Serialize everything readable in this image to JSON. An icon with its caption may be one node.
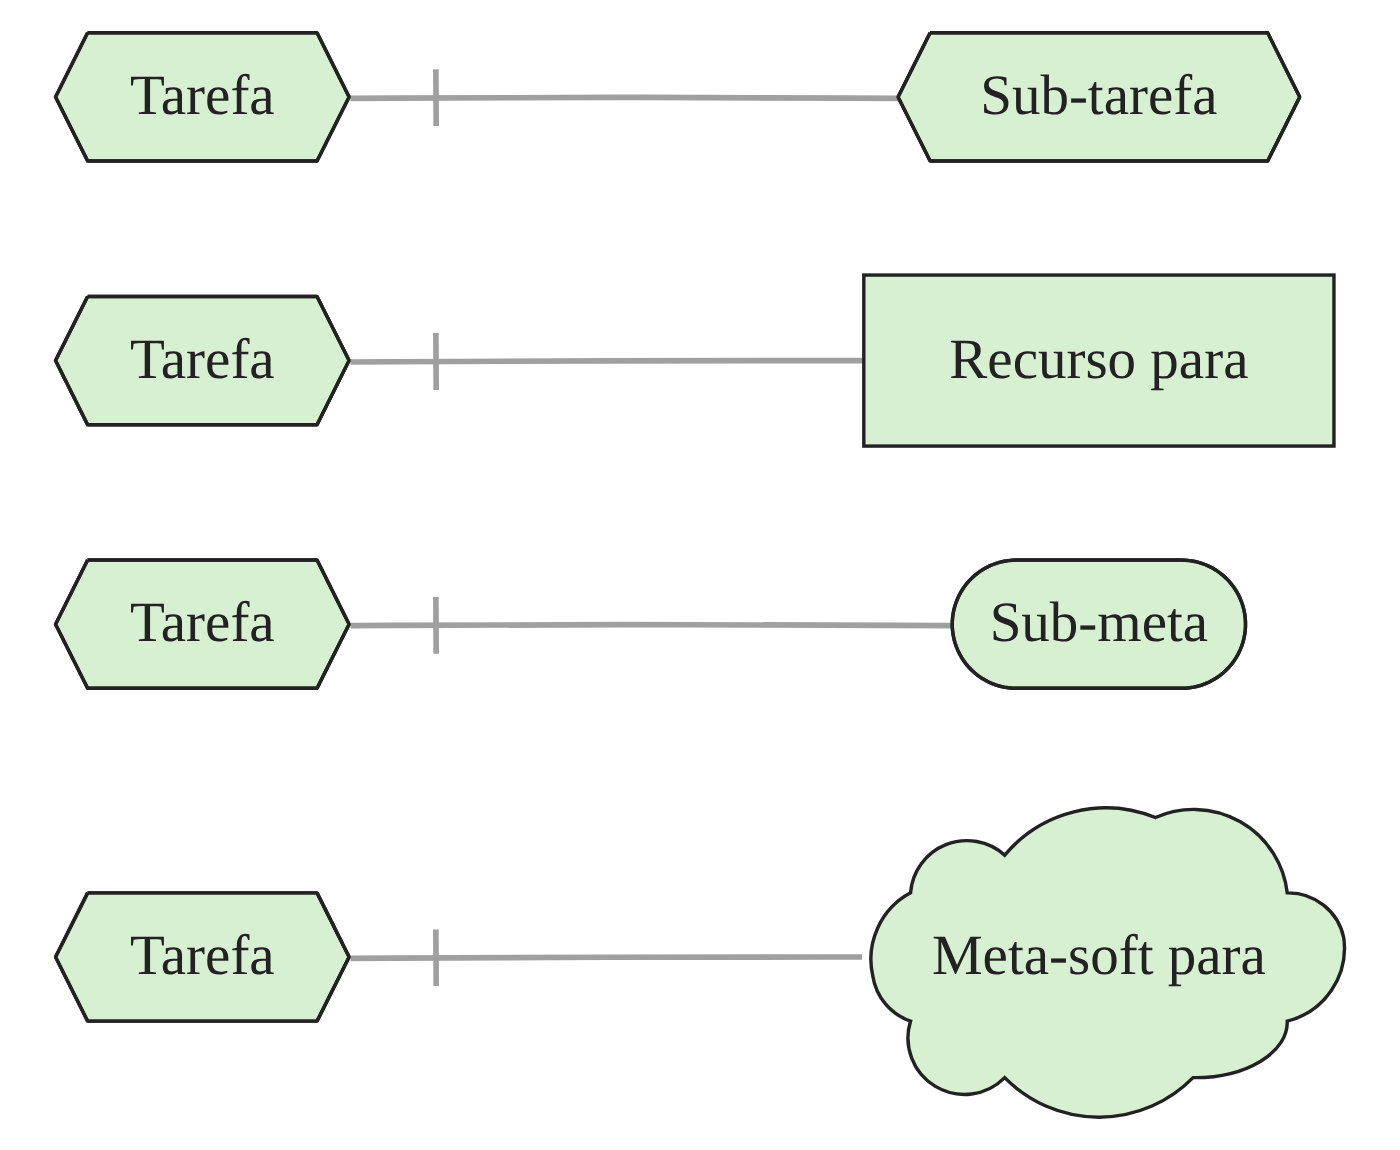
{
  "diagram": {
    "nodes": [
      {
        "text": [
          "Tarefa"
        ]
      },
      {
        "text": [
          "Sub-tarefa"
        ]
      },
      {
        "text": [
          "Tarefa"
        ]
      },
      {
        "text": [
          "Recurso para"
        ]
      },
      {
        "text": [
          "Tarefa"
        ]
      },
      {
        "text": [
          "Sub-meta"
        ]
      },
      {
        "text": [
          "Tarefa"
        ]
      },
      {
        "text": [
          "Meta-soft para"
        ]
      }
    ],
    "edges": [
      {
        "from": 0,
        "to": 1,
        "arrow": "other"
      },
      {
        "from": 2,
        "to": 3,
        "arrow": "other"
      },
      {
        "from": 4,
        "to": 5,
        "arrow": "other"
      },
      {
        "from": 6,
        "to": 7,
        "arrow": "other"
      }
    ]
  }
}
